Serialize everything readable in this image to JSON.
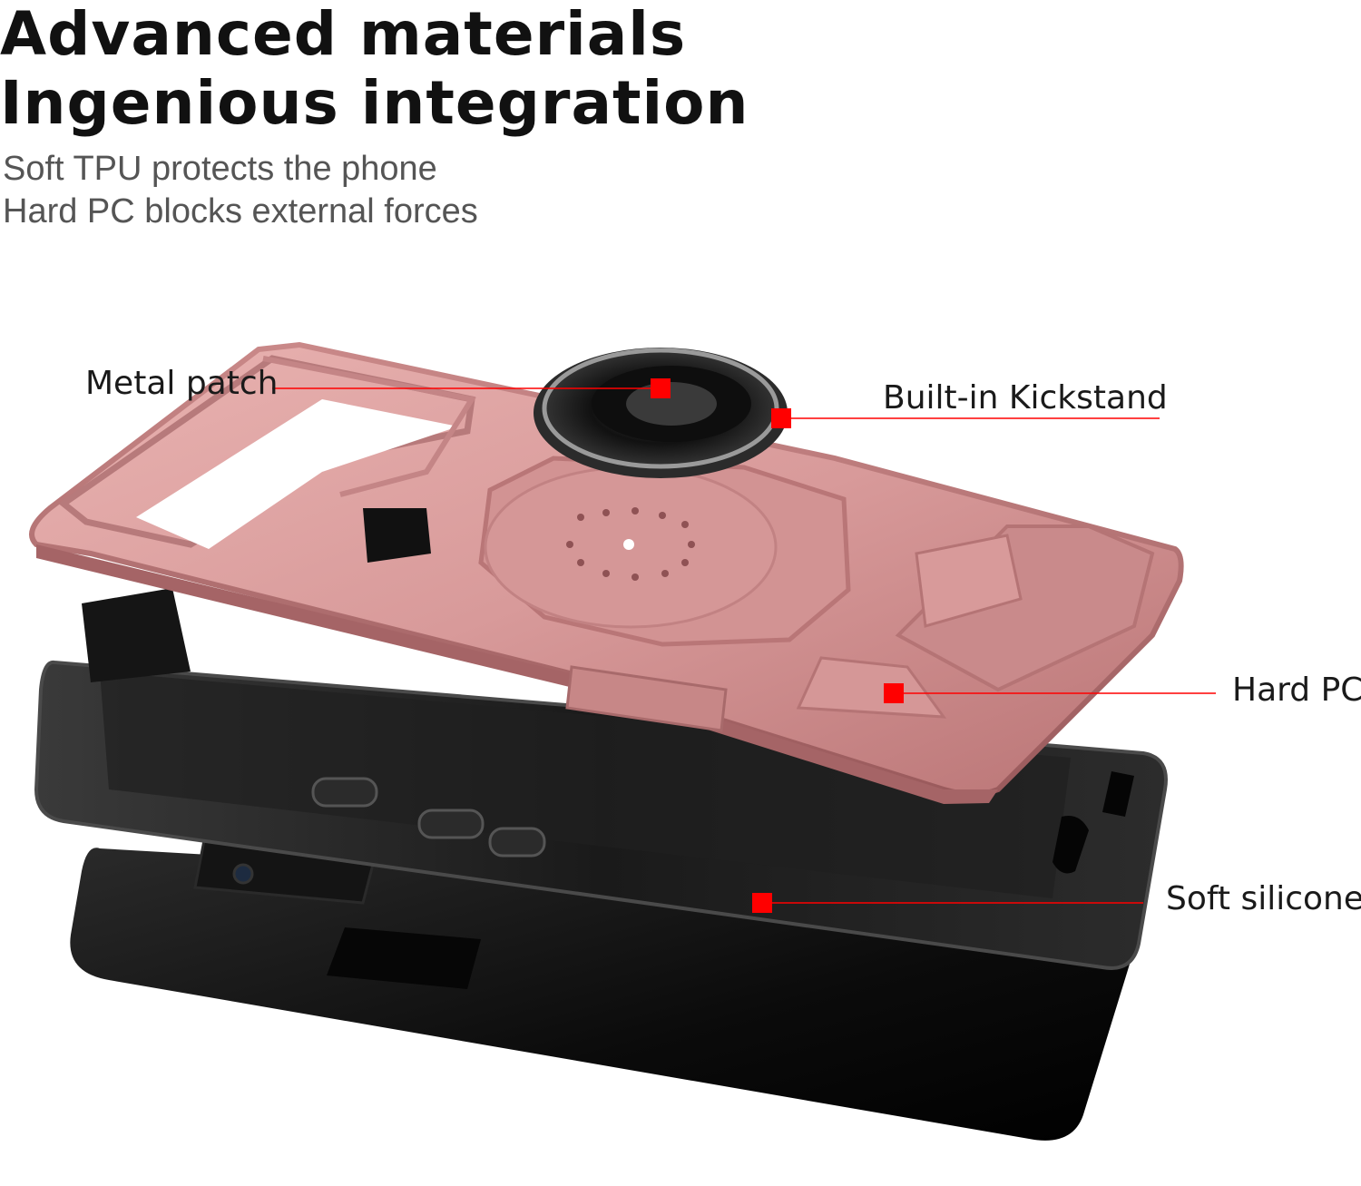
{
  "headline": {
    "line1": "Advanced materials",
    "line2": "Ingenious integration"
  },
  "subtitle": {
    "line1": "Soft TPU protects the phone",
    "line2": "Hard PC blocks external forces"
  },
  "callouts": {
    "metal_patch": "Metal patch",
    "kickstand": "Built-in Kickstand",
    "hard_pc": "Hard PC",
    "soft_silicone": "Soft silicone"
  },
  "colors": {
    "marker": "#ff0000",
    "case_pink": "#d89a9a",
    "phone_black": "#0d0d0d"
  },
  "icons": [
    "ring-kickstand-icon",
    "callout-marker-icon"
  ]
}
